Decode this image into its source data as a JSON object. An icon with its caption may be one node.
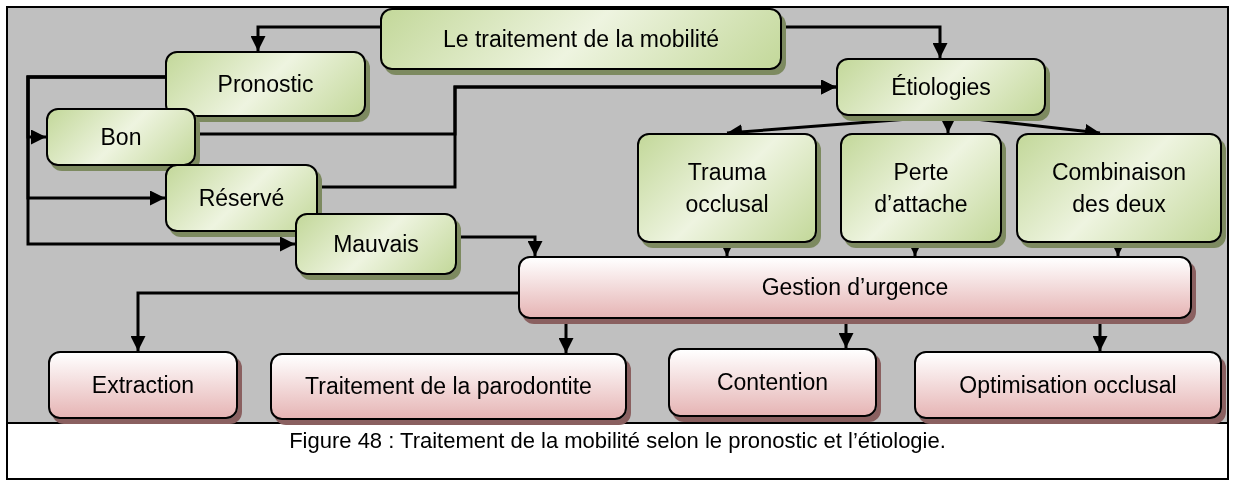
{
  "diagram": {
    "caption": "Figure 48 : Traitement de la mobilité selon le pronostic et l’étiologie.",
    "nodes": [
      {
        "text": [
          "Le traitement de la mobilité"
        ]
      },
      {
        "text": [
          "Pronostic"
        ]
      },
      {
        "text": [
          "Étiologies"
        ]
      },
      {
        "text": [
          "Bon"
        ]
      },
      {
        "text": [
          "Réservé"
        ]
      },
      {
        "text": [
          "Mauvais"
        ]
      },
      {
        "text": [
          "Trauma occlusal"
        ]
      },
      {
        "text": [
          "Perte d’attache"
        ]
      },
      {
        "text": [
          "Combinaison des deux"
        ]
      },
      {
        "text": [
          "Gestion d’urgence"
        ]
      },
      {
        "text": [
          "Extraction"
        ]
      },
      {
        "text": [
          "Traitement de la parodontite"
        ]
      },
      {
        "text": [
          "Contention"
        ]
      },
      {
        "text": [
          "Optimisation occlusal"
        ]
      }
    ],
    "edges": [
      {
        "from": 0,
        "to": 1,
        "arrow": "to"
      },
      {
        "from": 0,
        "to": 2,
        "arrow": "to"
      },
      {
        "from": 1,
        "to": 3,
        "arrow": "to"
      },
      {
        "from": 1,
        "to": 4,
        "arrow": "to"
      },
      {
        "from": 1,
        "to": 5,
        "arrow": "to"
      },
      {
        "from": 3,
        "to": 2,
        "arrow": "to"
      },
      {
        "from": 4,
        "to": 2,
        "arrow": "to"
      },
      {
        "from": 5,
        "to": 9,
        "arrow": "to"
      },
      {
        "from": 2,
        "to": 6,
        "arrow": "to"
      },
      {
        "from": 2,
        "to": 7,
        "arrow": "to"
      },
      {
        "from": 2,
        "to": 8,
        "arrow": "to"
      },
      {
        "from": 6,
        "to": 9,
        "arrow": "to"
      },
      {
        "from": 7,
        "to": 9,
        "arrow": "to"
      },
      {
        "from": 8,
        "to": 9,
        "arrow": "to"
      },
      {
        "from": 9,
        "to": 10,
        "arrow": "to"
      },
      {
        "from": 9,
        "to": 11,
        "arrow": "to"
      },
      {
        "from": 9,
        "to": 12,
        "arrow": "to"
      },
      {
        "from": 9,
        "to": 13,
        "arrow": "to"
      }
    ]
  }
}
